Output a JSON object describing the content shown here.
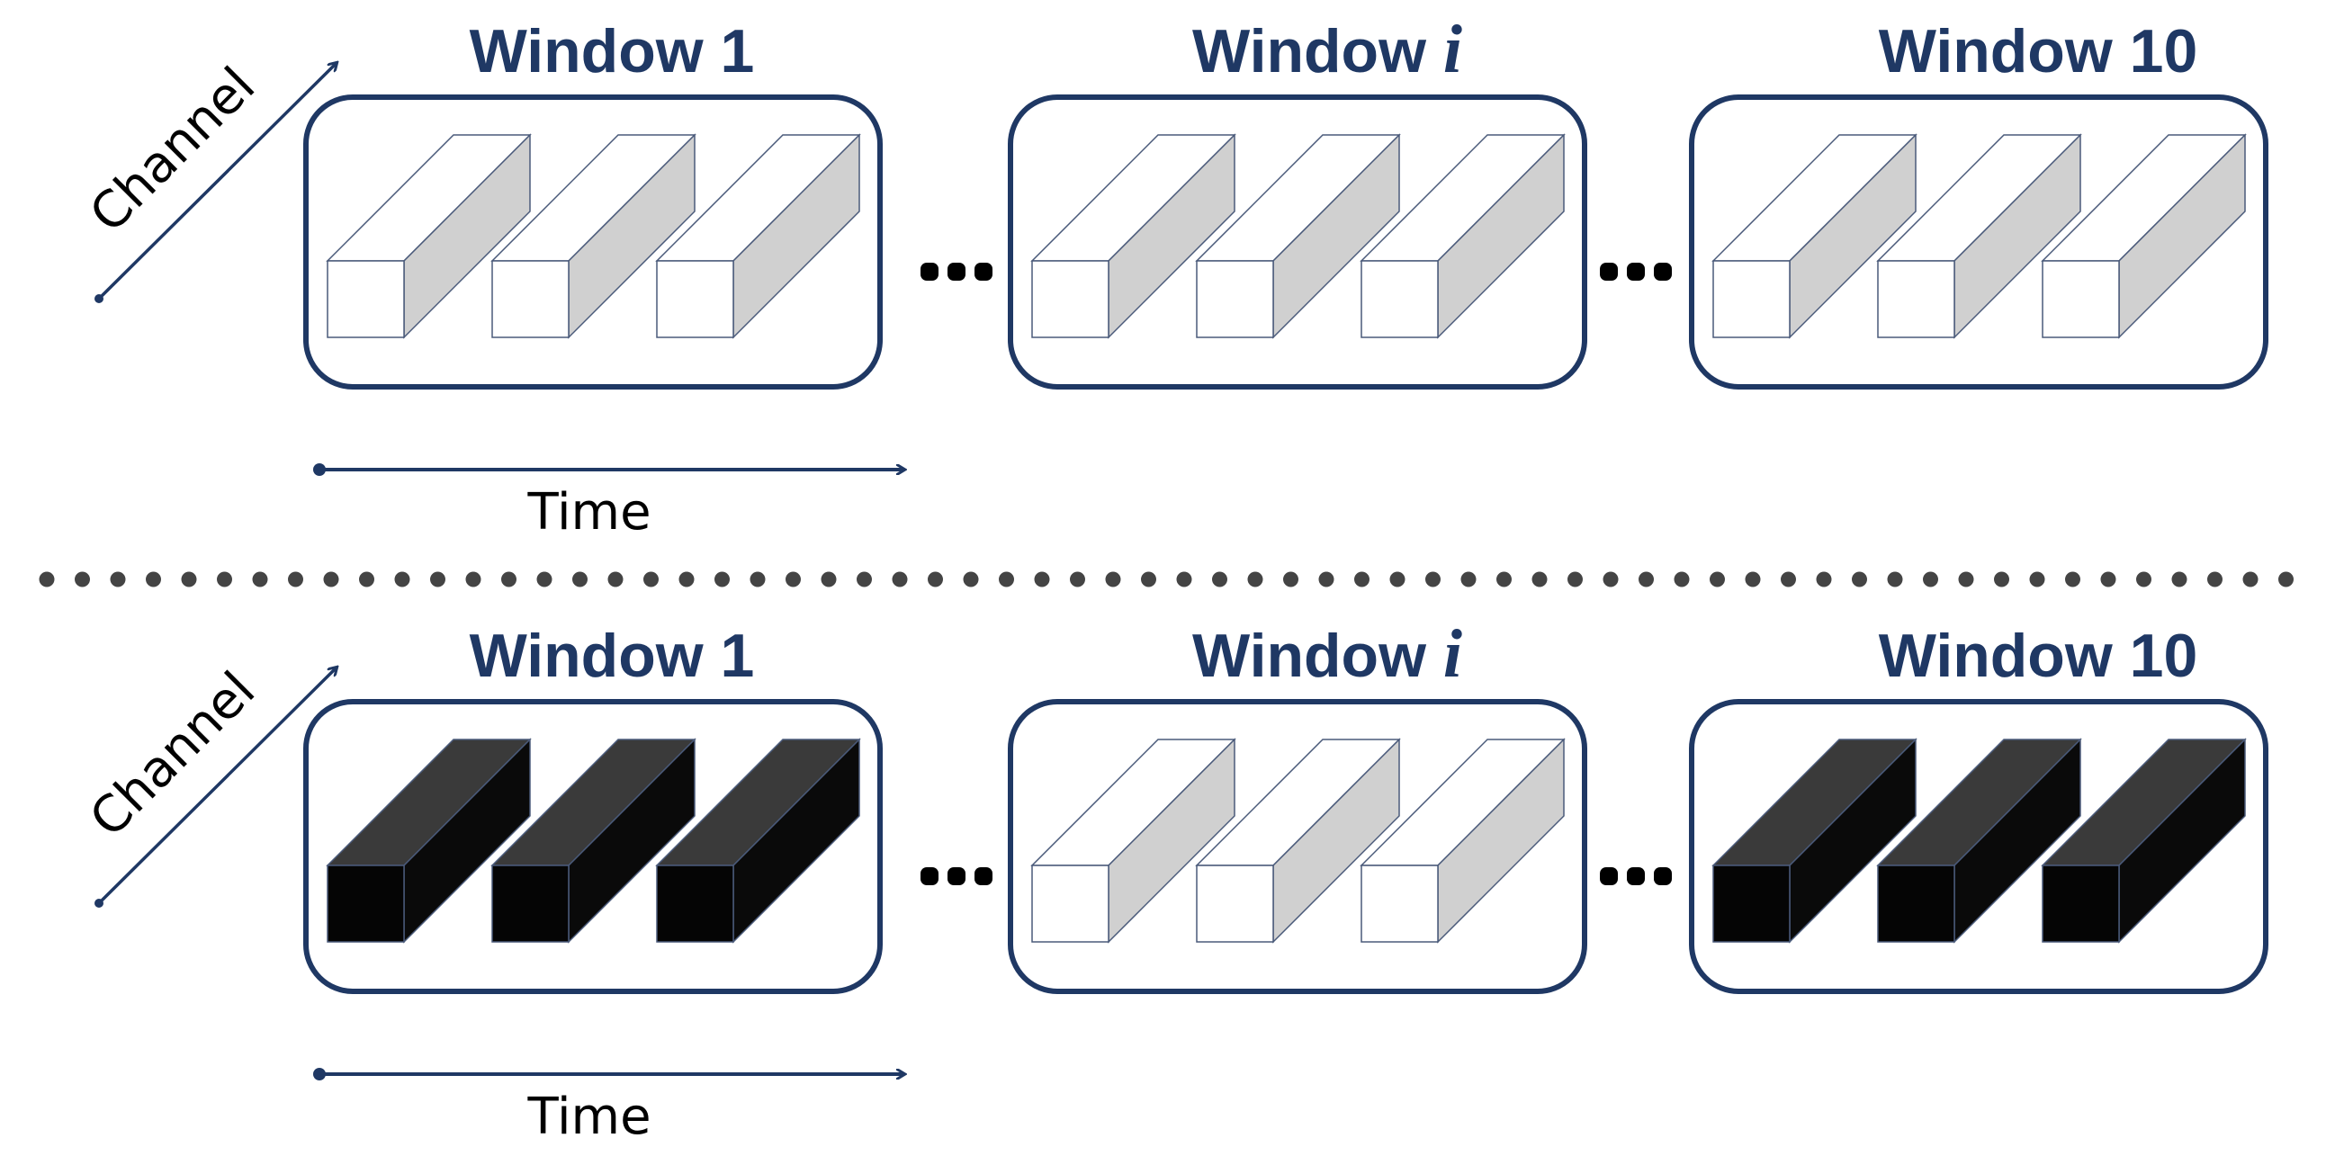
{
  "colors": {
    "accent": "#1f3864",
    "box_outline": "#1f3864",
    "cell_outline": "#4a5a7a",
    "plain_front": "#ffffff",
    "plain_top": "#ffffff",
    "plain_side": "#d0d0d0",
    "masked_front": "#050505",
    "masked_top": "#3a3a3a",
    "masked_side": "#0a0a0a",
    "dots": "#444444",
    "label": "#000000"
  },
  "axis_labels": {
    "channel": "Channel",
    "time": "Time"
  },
  "panels": [
    {
      "windows": [
        {
          "title_prefix": "Window",
          "index": "1",
          "index_italic": false,
          "masked": false
        },
        {
          "title_prefix": "Window",
          "index": "i",
          "index_italic": true,
          "masked": false
        },
        {
          "title_prefix": "Window",
          "index": "10",
          "index_italic": false,
          "masked": false
        }
      ]
    },
    {
      "windows": [
        {
          "title_prefix": "Window",
          "index": "1",
          "index_italic": false,
          "masked": true
        },
        {
          "title_prefix": "Window",
          "index": "i",
          "index_italic": true,
          "masked": false
        },
        {
          "title_prefix": "Window",
          "index": "10",
          "index_italic": false,
          "masked": true
        }
      ]
    }
  ]
}
